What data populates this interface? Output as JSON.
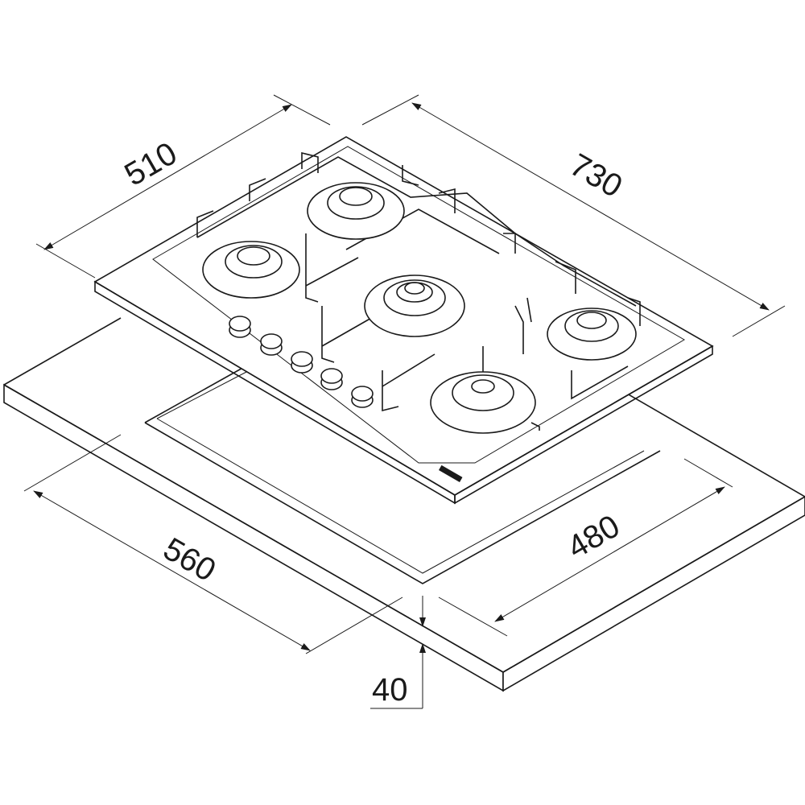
{
  "dimensions": {
    "hob_depth": "510",
    "hob_width": "730",
    "cutout_width": "560",
    "cutout_depth": "480",
    "worktop_thickness": "40"
  },
  "burners": [
    "rear-left",
    "rear-center",
    "center",
    "right",
    "front"
  ],
  "knob_count": 5,
  "line_color": "#1a1a1a"
}
